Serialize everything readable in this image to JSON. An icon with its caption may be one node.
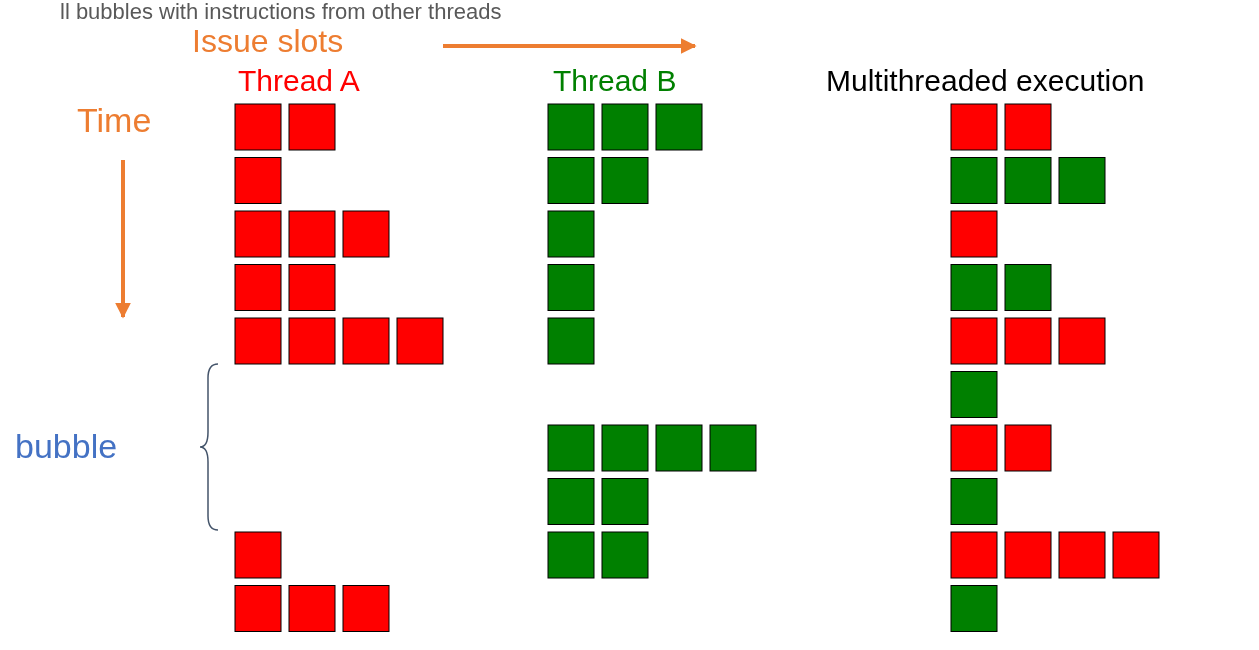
{
  "diagram": {
    "labels": [
      "ll bubbles with instructions from other threads",
      "Issue slots",
      "Thread A",
      "Thread B",
      "Multithreaded execution",
      "Time",
      "bubble"
    ]
  }
}
